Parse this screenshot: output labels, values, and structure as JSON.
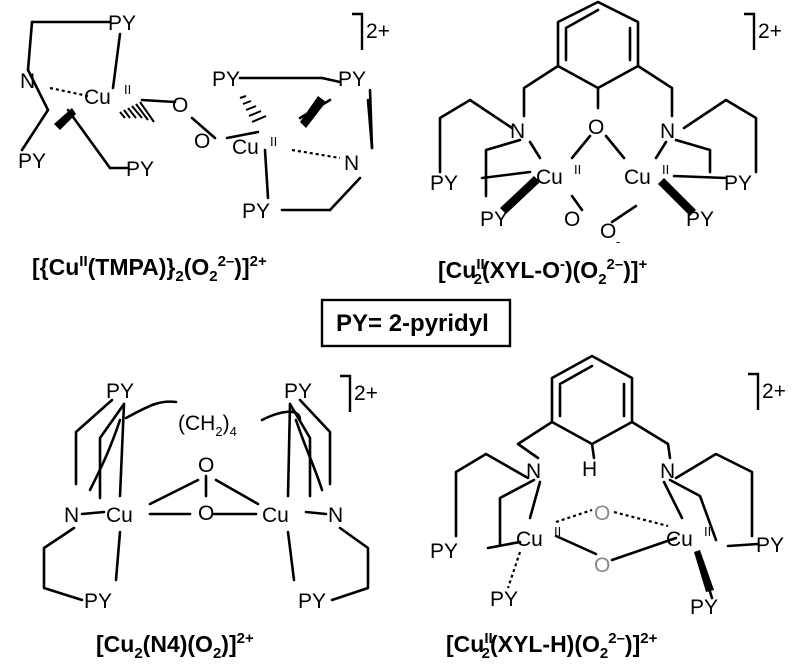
{
  "legend": "PY= 2-pyridyl",
  "labels": {
    "py": "PY",
    "n": "N",
    "o": "O",
    "cu": "Cu",
    "h": "H",
    "cu2_sup": "II",
    "minus": "-",
    "ch2": "(CH",
    "ch2_sub": "2",
    "ch2_close": ")",
    "ch2_n": "4"
  },
  "structures": [
    {
      "charge": "2+",
      "name": [
        {
          "t": "[{Cu"
        },
        {
          "t": "II",
          "sup": true
        },
        {
          "t": "(TMPA)}"
        },
        {
          "t": "2",
          "sub": true
        },
        {
          "t": "(O"
        },
        {
          "t": "2",
          "sub": true
        },
        {
          "t": "2–",
          "sup": true
        },
        {
          "t": ")]"
        },
        {
          "t": "2+",
          "sup": true
        }
      ]
    },
    {
      "charge": "2+",
      "name": [
        {
          "t": "[Cu"
        },
        {
          "t": "II",
          "sup": true
        },
        {
          "t": "2",
          "sub": true
        },
        {
          "t": "(XYL-O"
        },
        {
          "t": "-",
          "sup": true
        },
        {
          "t": ")(O"
        },
        {
          "t": "2",
          "sub": true
        },
        {
          "t": "2–",
          "sup": true
        },
        {
          "t": ")]"
        },
        {
          "t": "+",
          "sup": true
        }
      ]
    },
    {
      "charge": "2+",
      "name": [
        {
          "t": "[Cu"
        },
        {
          "t": "2",
          "sub": true
        },
        {
          "t": "(N4)(O"
        },
        {
          "t": "2",
          "sub": true
        },
        {
          "t": ")]"
        },
        {
          "t": "2+",
          "sup": true
        }
      ]
    },
    {
      "charge": "2+",
      "name": [
        {
          "t": "[Cu"
        },
        {
          "t": "II",
          "sup": true
        },
        {
          "t": "2",
          "sub": true
        },
        {
          "t": "(XYL-H)(O"
        },
        {
          "t": "2",
          "sub": true
        },
        {
          "t": "2–",
          "sup": true
        },
        {
          "t": ")]"
        },
        {
          "t": "2+",
          "sup": true
        }
      ]
    }
  ]
}
